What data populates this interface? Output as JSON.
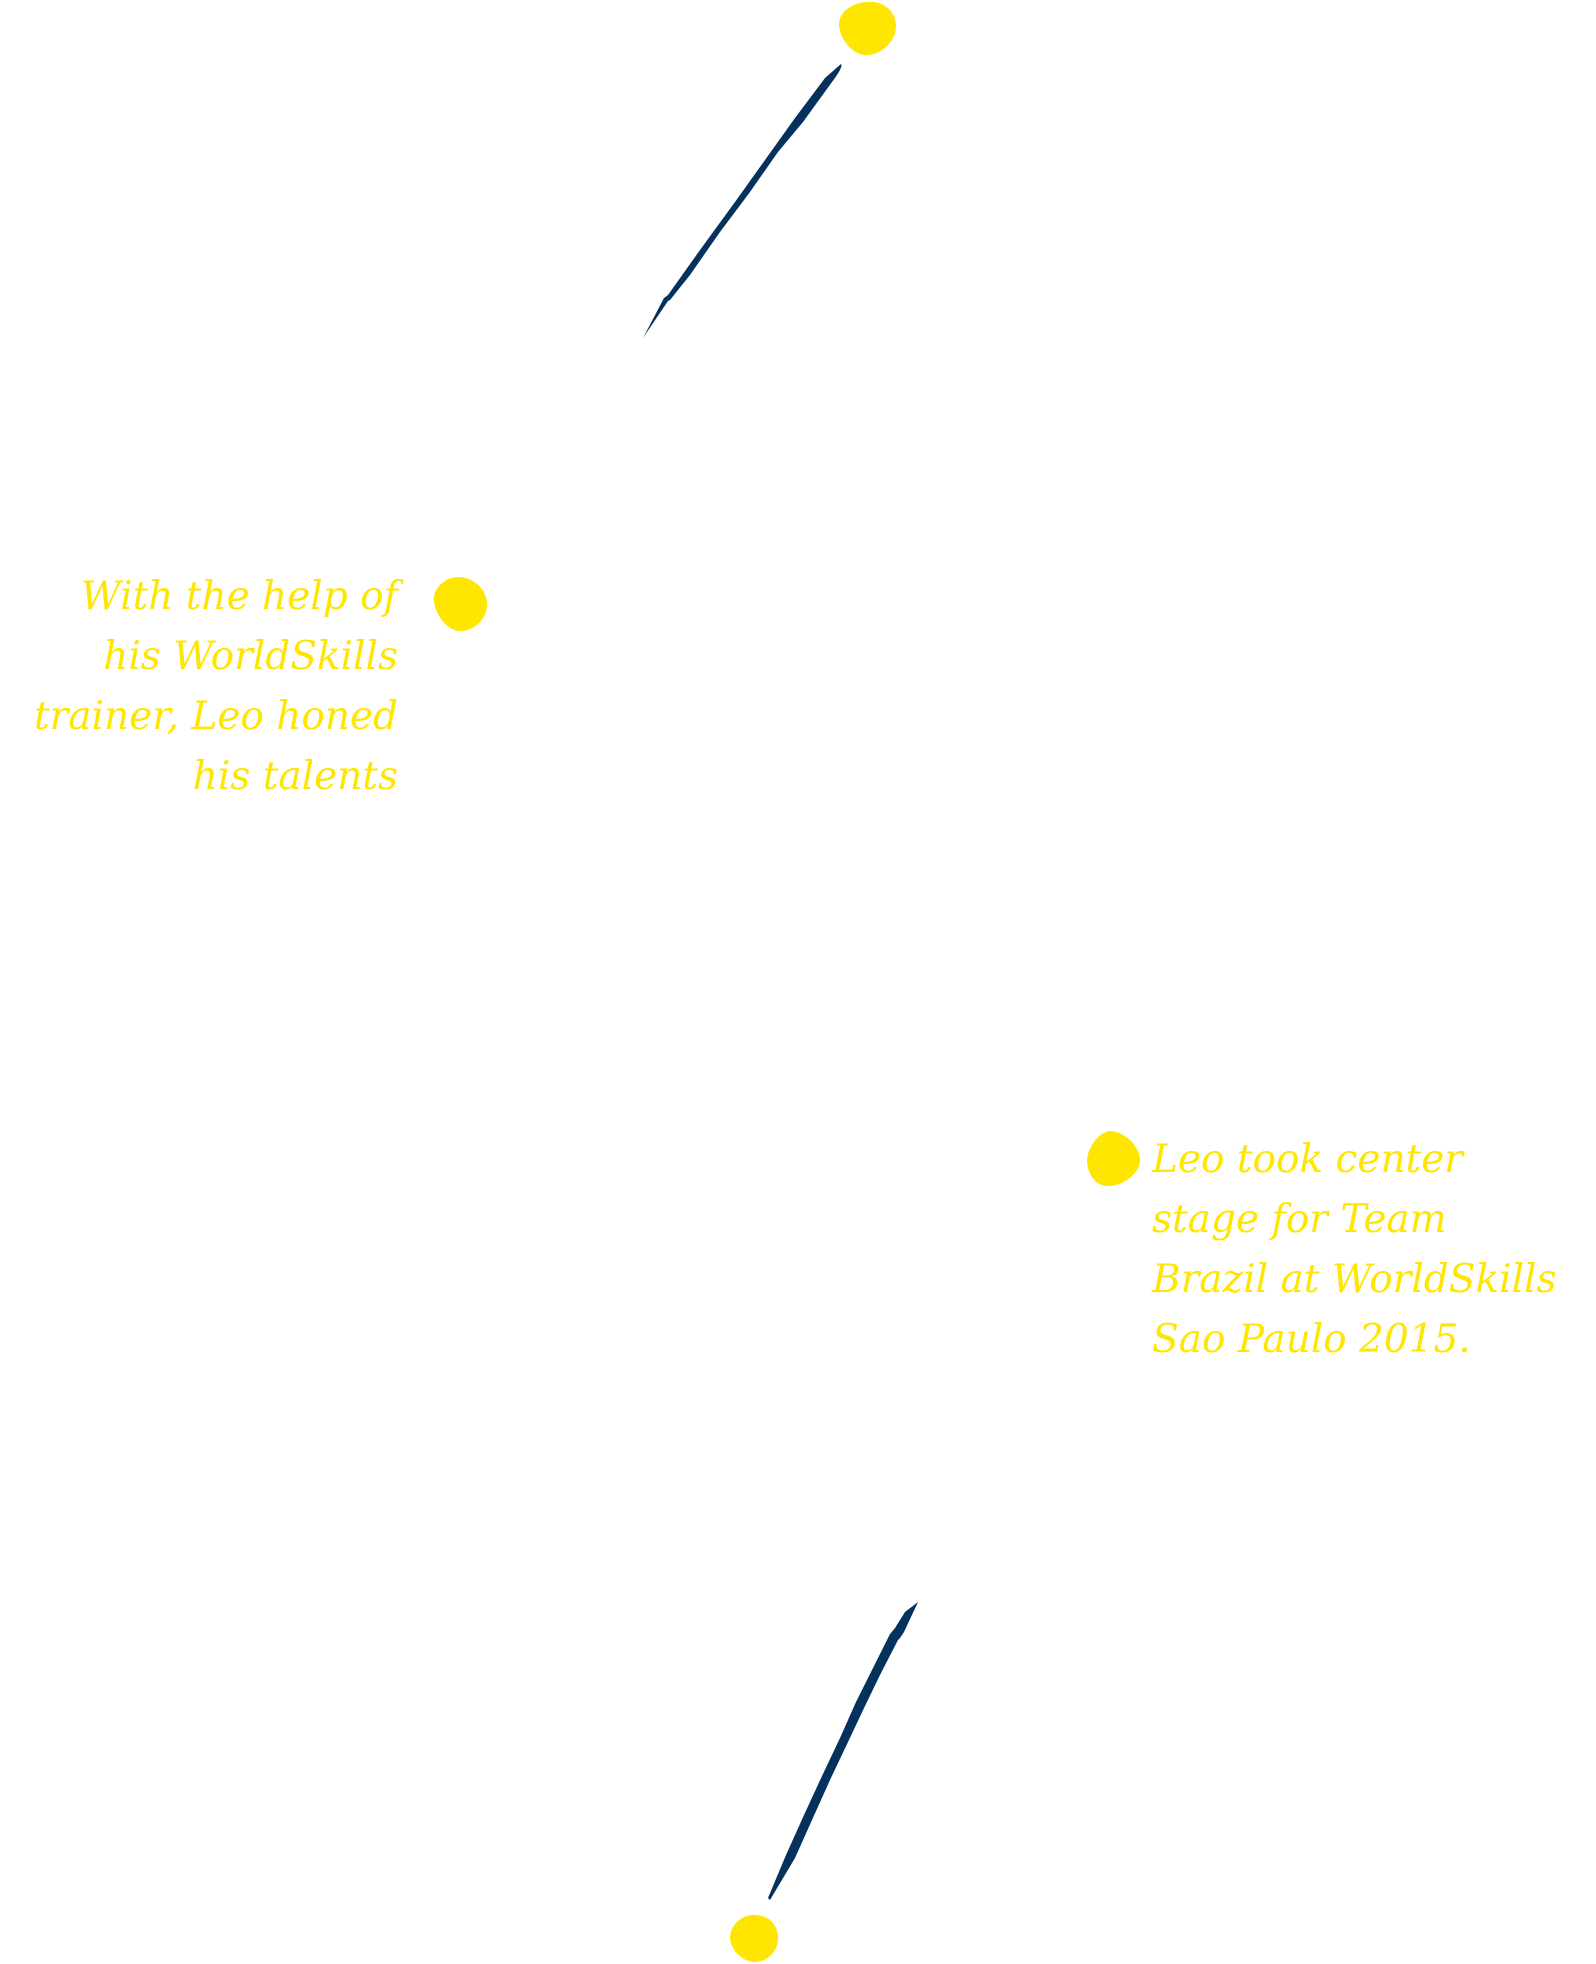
{
  "colors": {
    "accent": "#FFE600",
    "stroke": "#04325C",
    "background": "#FFFFFF"
  },
  "timeline": {
    "captions": [
      {
        "id": "trainer",
        "lines": [
          "With the help of",
          "his WorldSkills",
          "trainer, Leo honed",
          "his talents"
        ]
      },
      {
        "id": "sao-paulo",
        "lines": [
          "Leo took center",
          "stage for Team",
          "Brazil at WorldSkills",
          "Sao Paulo 2015."
        ]
      }
    ],
    "markers": [
      "top-dot",
      "left-dot",
      "right-dot",
      "bottom-dot"
    ],
    "icons": {
      "dot": "blob-dot-icon",
      "stroke": "brush-stroke-line"
    }
  }
}
